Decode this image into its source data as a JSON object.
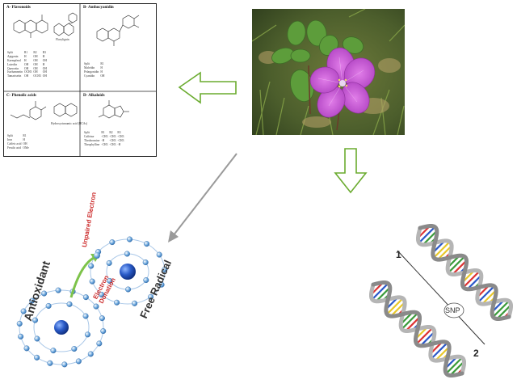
{
  "panels": {
    "flavonoids": {
      "title": "A- Flavonoids",
      "side_label": "Flavylignin",
      "headers": [
        "Split",
        "R1",
        "R2",
        "R3"
      ],
      "rows": [
        [
          "Apigenin",
          "H",
          "OH",
          "H"
        ],
        [
          "Kaempferol",
          "H",
          "OH",
          "OH"
        ],
        [
          "Luteolin",
          "OH",
          "OH",
          "H"
        ],
        [
          "Quercetin",
          "OH",
          "OH",
          "OH"
        ],
        [
          "Isorhamnetin",
          "OCH3",
          "OH",
          "OH"
        ],
        [
          "Tamarixetin",
          "OH",
          "OCH3",
          "OH"
        ]
      ]
    },
    "anthocyanidins": {
      "title": "B- Anthocyanidin",
      "headers": [
        "Split",
        "R1"
      ],
      "rows": [
        [
          "Malvidin",
          "H"
        ],
        [
          "Pelargonidin",
          "H"
        ],
        [
          "Cyanidin",
          "OH"
        ]
      ]
    },
    "phenolic_acids": {
      "title": "C- Phenolic acids",
      "side_label": "Hydroxycinnamic acid (HCAs)",
      "headers": [
        "Split",
        "R1"
      ],
      "rows": [
        [
          "Iron",
          "H"
        ],
        [
          "Caffeic acid",
          "OH"
        ],
        [
          "Ferulic acid",
          "OMe"
        ]
      ]
    },
    "alkaloids": {
      "title": "D- Alkaloids",
      "headers": [
        "Split",
        "R1",
        "R2",
        "R3"
      ],
      "rows": [
        [
          "Caffeine",
          "-CH3",
          "-CH3",
          "-CH3"
        ],
        [
          "Theobromine",
          "-H",
          "-CH3",
          "-CH3"
        ],
        [
          "Theophylline",
          "-CH3",
          "-CH3",
          "-H"
        ]
      ]
    }
  },
  "antioxidant_diagram": {
    "left_label": "Antioxidant",
    "right_label": "Free Radical",
    "unpaired_label": "Unpaired Electron",
    "donation_label": "Electron Donation"
  },
  "dna_diagram": {
    "strand1_label": "1",
    "strand2_label": "2",
    "snp_label": "SNP"
  },
  "colors": {
    "arrow_outline": "#6aab2f",
    "gray_arrow": "#9a9a9a",
    "petal": "#c052cf",
    "nucleus": "#1f4fb4",
    "electron": "#6aa6dd",
    "label_red": "#cc2b2b",
    "label_dark": "#333333"
  }
}
